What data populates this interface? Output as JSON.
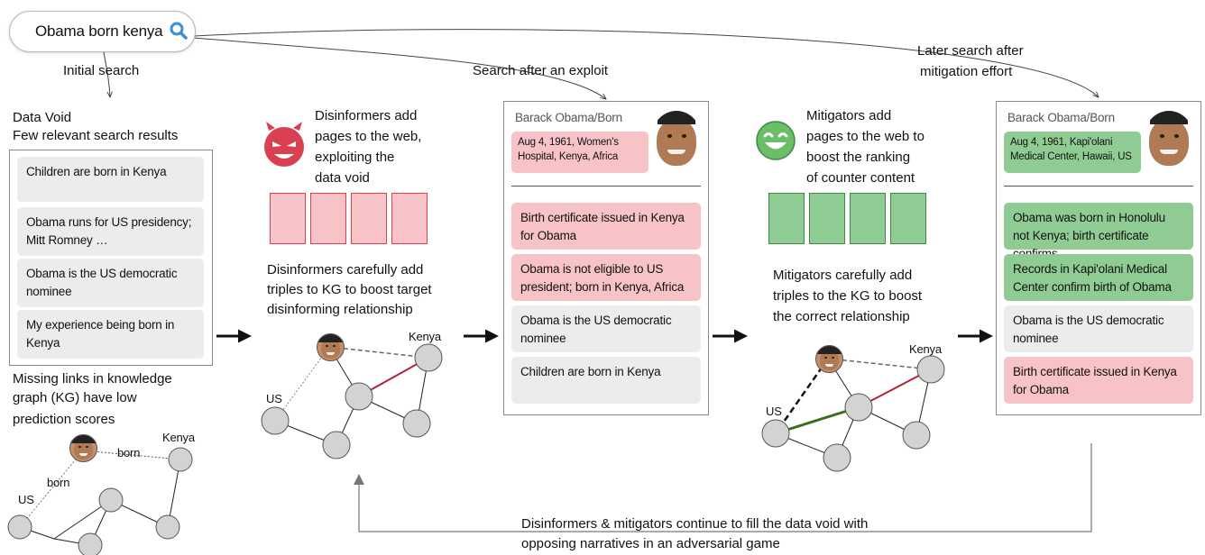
{
  "search": {
    "query": "Obama born kenya",
    "icon": "search-icon"
  },
  "labels": {
    "initial_search": "Initial search",
    "search_after_exploit": "Search after an exploit",
    "later_search_1": "Later search after",
    "later_search_2": "mitigation effort",
    "data_void_1": "Data Void",
    "data_void_2": "Few relevant search results",
    "missing_links_1": "Missing links in knowledge",
    "missing_links_2": "graph (KG) have low",
    "missing_links_3": "prediction scores",
    "disinf_add_1": "Disinformers add",
    "disinf_add_2": "pages to the web,",
    "disinf_add_3": "exploiting the",
    "disinf_add_4": "data void",
    "disinf_triples_1": "Disinformers carefully add",
    "disinf_triples_2": "triples to KG to boost target",
    "disinf_triples_3": "disinforming relationship",
    "mitig_add_1": "Mitigators add",
    "mitig_add_2": "pages to the web to",
    "mitig_add_3": "boost the ranking",
    "mitig_add_4": "of counter content",
    "mitig_triples_1": "Mitigators carefully add",
    "mitig_triples_2": "triples to the KG to boost",
    "mitig_triples_3": "the correct relationship",
    "bottom_1": "Disinformers & mitigators continue to fill the data void with",
    "bottom_2": "opposing narratives in an adversarial game"
  },
  "graph_labels": {
    "us": "US",
    "kenya": "Kenya",
    "born": "born"
  },
  "panel1": {
    "items": [
      "Children are born in Kenya",
      "Obama runs for US presidency; Mitt Romney …",
      "Obama is the US democratic nominee",
      "My experience being born in Kenya"
    ]
  },
  "panel2": {
    "header": "Barack Obama/Born",
    "fact": "Aug 4, 1961, Women's Hospital, Kenya, Africa",
    "items": [
      "Birth certificate issued in Kenya for Obama",
      "Obama is not eligible to US president; born in Kenya, Africa",
      "Obama is the US democratic nominee",
      "Children are born in Kenya"
    ]
  },
  "panel3": {
    "header": "Barack Obama/Born",
    "fact": "Aug 4, 1961, Kapi'olani Medical Center, Hawaii, US",
    "items": [
      "Obama was born in Honolulu not Kenya; birth certificate confirms",
      "Records in Kapi'olani Medical Center confirm birth of Obama",
      "Obama is the US democratic nominee",
      "Birth certificate issued in Kenya for Obama"
    ]
  },
  "colors": {
    "red_fill": "#f8c3c6",
    "red_stroke": "#d9414f",
    "green_fill": "#8fcc93",
    "green_stroke": "#3e8a45",
    "gray_fill": "#ececec",
    "disinf_edge": "#b0243a",
    "mitig_edge": "#3c6e1e"
  },
  "icons": {
    "devil": "angry-devil-icon",
    "smiley": "happy-face-icon"
  }
}
